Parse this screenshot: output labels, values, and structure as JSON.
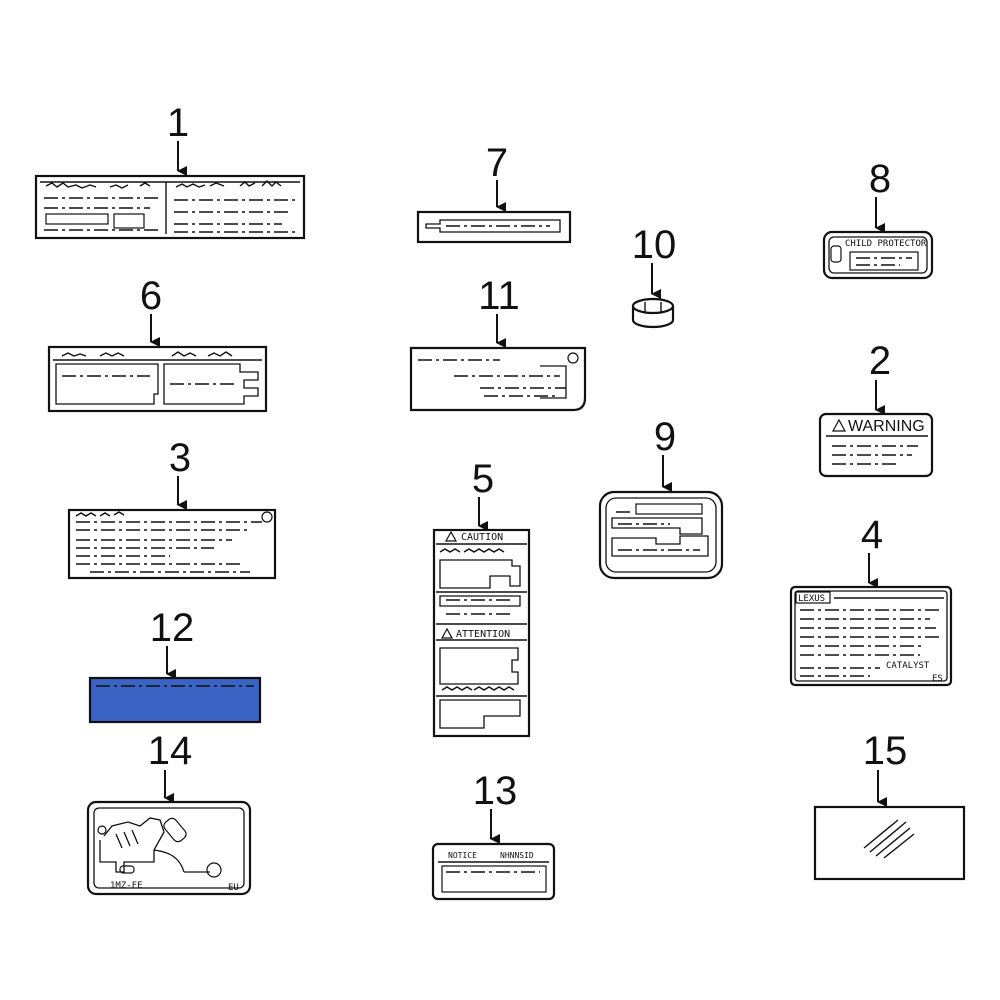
{
  "colors": {
    "line": "#111111",
    "background": "#ffffff",
    "highlight_fill": "#3a63c4"
  },
  "callouts": [
    "1",
    "2",
    "3",
    "4",
    "5",
    "6",
    "7",
    "8",
    "9",
    "10",
    "11",
    "12",
    "13",
    "14",
    "15"
  ],
  "highlighted_part": "12",
  "label_texts": {
    "warning": "WARNING",
    "caution": "CAUTION",
    "attention": "ATTENTION",
    "child_protector": "CHILD PROTECTOR",
    "lexus": "LEXUS",
    "catalyst": "CATALYST",
    "es": "ES",
    "notice": "NOTICE",
    "notice_right": "NHNNSID",
    "engine_code": "1MZ-FE",
    "eu": "EU"
  }
}
